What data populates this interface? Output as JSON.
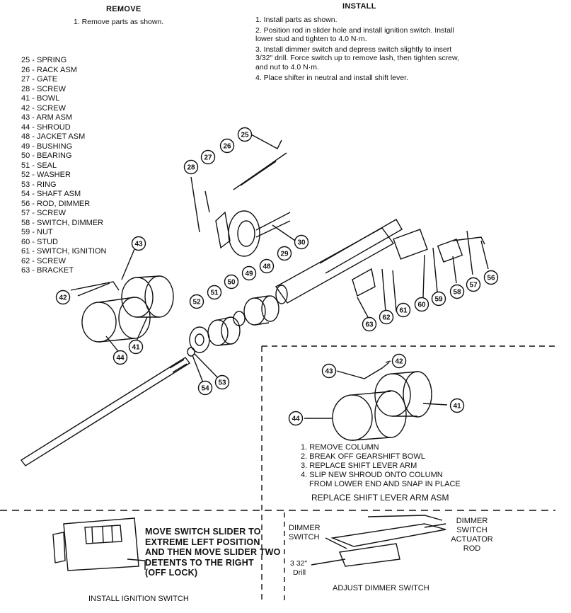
{
  "remove": {
    "heading": "REMOVE",
    "steps": [
      "1. Remove parts as shown."
    ]
  },
  "install": {
    "heading": "INSTALL",
    "steps": [
      "1. Install parts as shown.",
      "2. Position rod in slider hole and install ignition switch. Install lower stud and tighten to 4.0 N·m.",
      "3. Install dimmer switch and depress switch slightly to insert 3/32\" drill. Force switch up to remove lash, then tighten screw, and nut to 4.0 N·m.",
      "4. Place shifter in neutral and install shift lever."
    ]
  },
  "parts_list": [
    "25 - SPRING",
    "26 - RACK ASM",
    "27 - GATE",
    "28 - SCREW",
    "41 - BOWL",
    "42 - SCREW",
    "43 - ARM ASM",
    "44 - SHROUD",
    "48 - JACKET ASM",
    "49 - BUSHING",
    "50 - BEARING",
    "51 - SEAL",
    "52 - WASHER",
    "53 - RING",
    "54 - SHAFT ASM",
    "56 - ROD, DIMMER",
    "57 - SCREW",
    "58 - SWITCH, DIMMER",
    "59 - NUT",
    "60 - STUD",
    "61 - SWITCH, IGNITION",
    "62 - SCREW",
    "63 - BRACKET"
  ],
  "callouts": {
    "main": [
      "25",
      "26",
      "27",
      "28",
      "30",
      "29",
      "43",
      "42",
      "44",
      "41",
      "52",
      "51",
      "50",
      "49",
      "48",
      "53",
      "54",
      "63",
      "62",
      "61",
      "60",
      "59",
      "58",
      "57",
      "56"
    ],
    "inset": [
      "42",
      "43",
      "44",
      "41"
    ]
  },
  "shift_lever": {
    "steps": [
      "1. REMOVE COLUMN",
      "2. BREAK OFF GEARSHIFT BOWL",
      "3. REPLACE SHIFT LEVER ARM",
      "4. SLIP NEW SHROUD ONTO COLUMN",
      "FROM LOWER END AND SNAP IN PLACE"
    ],
    "title": "REPLACE SHIFT LEVER ARM ASM"
  },
  "ignition": {
    "instruction": [
      "MOVE SWITCH SLIDER TO",
      "EXTREME LEFT POSITION",
      "AND THEN MOVE SLIDER TWO",
      "DETENTS TO THE RIGHT",
      "(OFF LOCK)"
    ],
    "caption": "INSTALL IGNITION SWITCH"
  },
  "dimmer": {
    "label_left": [
      "DIMMER",
      "SWITCH"
    ],
    "label_right": [
      "DIMMER",
      "SWITCH",
      "ACTUATOR",
      "ROD"
    ],
    "drill": [
      "3 32\"",
      "Drill"
    ],
    "caption": "ADJUST DIMMER SWITCH"
  }
}
